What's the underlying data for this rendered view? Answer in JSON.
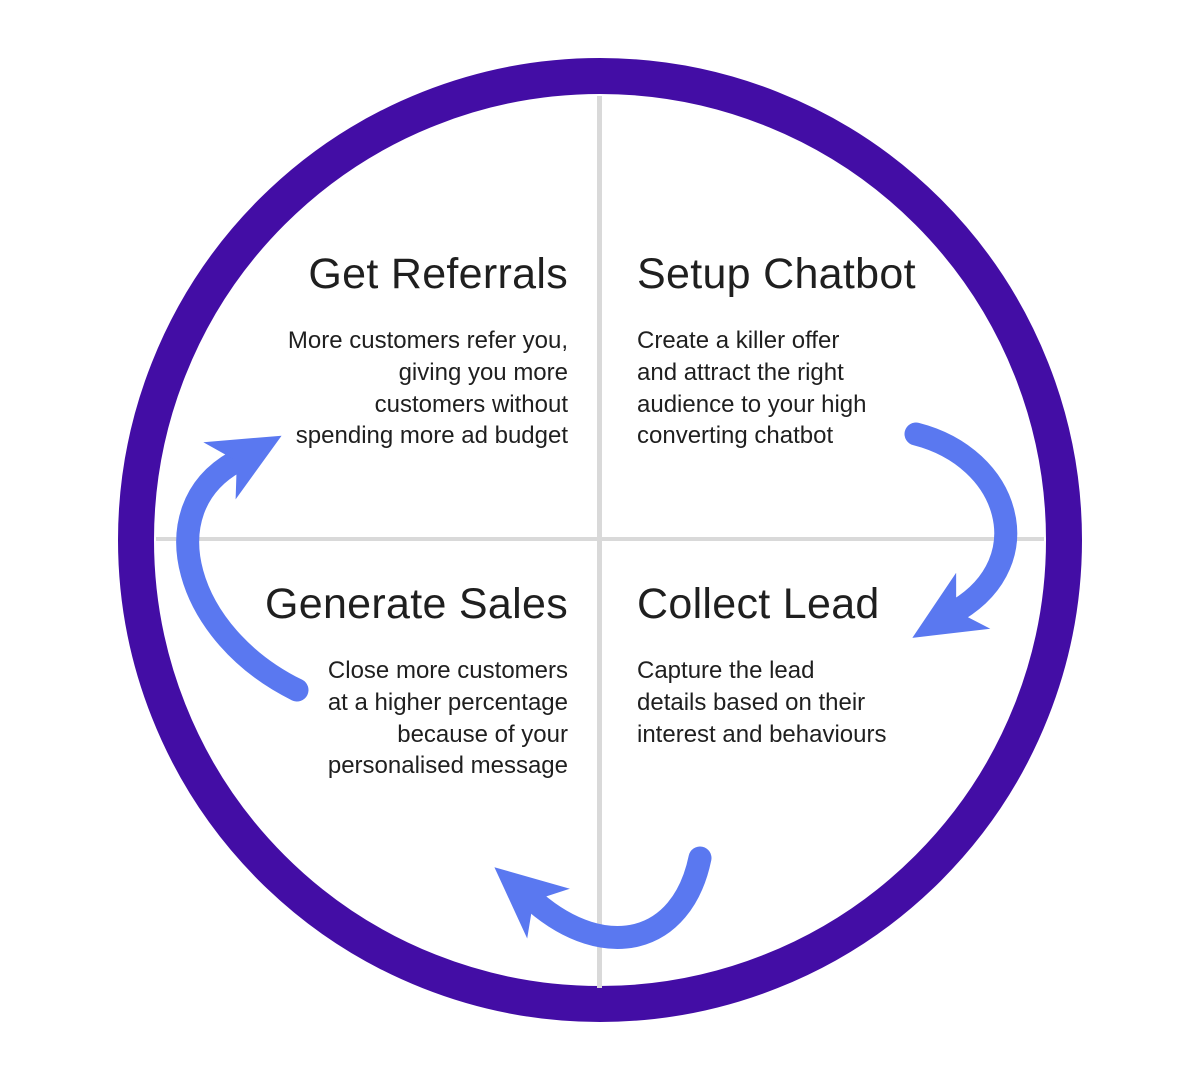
{
  "colors": {
    "background": "#ffffff",
    "ring": "#430da5",
    "arrow": "#5a78f0",
    "divider": "#d9d9d9",
    "text": "#1f1f1f"
  },
  "quadrants": [
    {
      "id": "get-referrals",
      "title": "Get Referrals",
      "description": "More customers refer you,\ngiving you more\ncustomers without\nspending more ad budget"
    },
    {
      "id": "setup-chatbot",
      "title": "Setup Chatbot",
      "description": "Create a killer offer\nand attract the right\naudience to your high\nconverting chatbot"
    },
    {
      "id": "generate-sales",
      "title": "Generate Sales",
      "description": "Close more customers\nat a higher percentage\nbecause of your\npersonalised message"
    },
    {
      "id": "collect-lead",
      "title": "Collect Lead",
      "description": "Capture the lead\ndetails based on their\ninterest and behaviours"
    }
  ],
  "arrows": [
    {
      "id": "arrow-left",
      "shape": "curved-arrow-pointing-up-right"
    },
    {
      "id": "arrow-right",
      "shape": "curved-arrow-pointing-down-left"
    },
    {
      "id": "arrow-bottom",
      "shape": "curved-arrow-pointing-up-left"
    }
  ]
}
